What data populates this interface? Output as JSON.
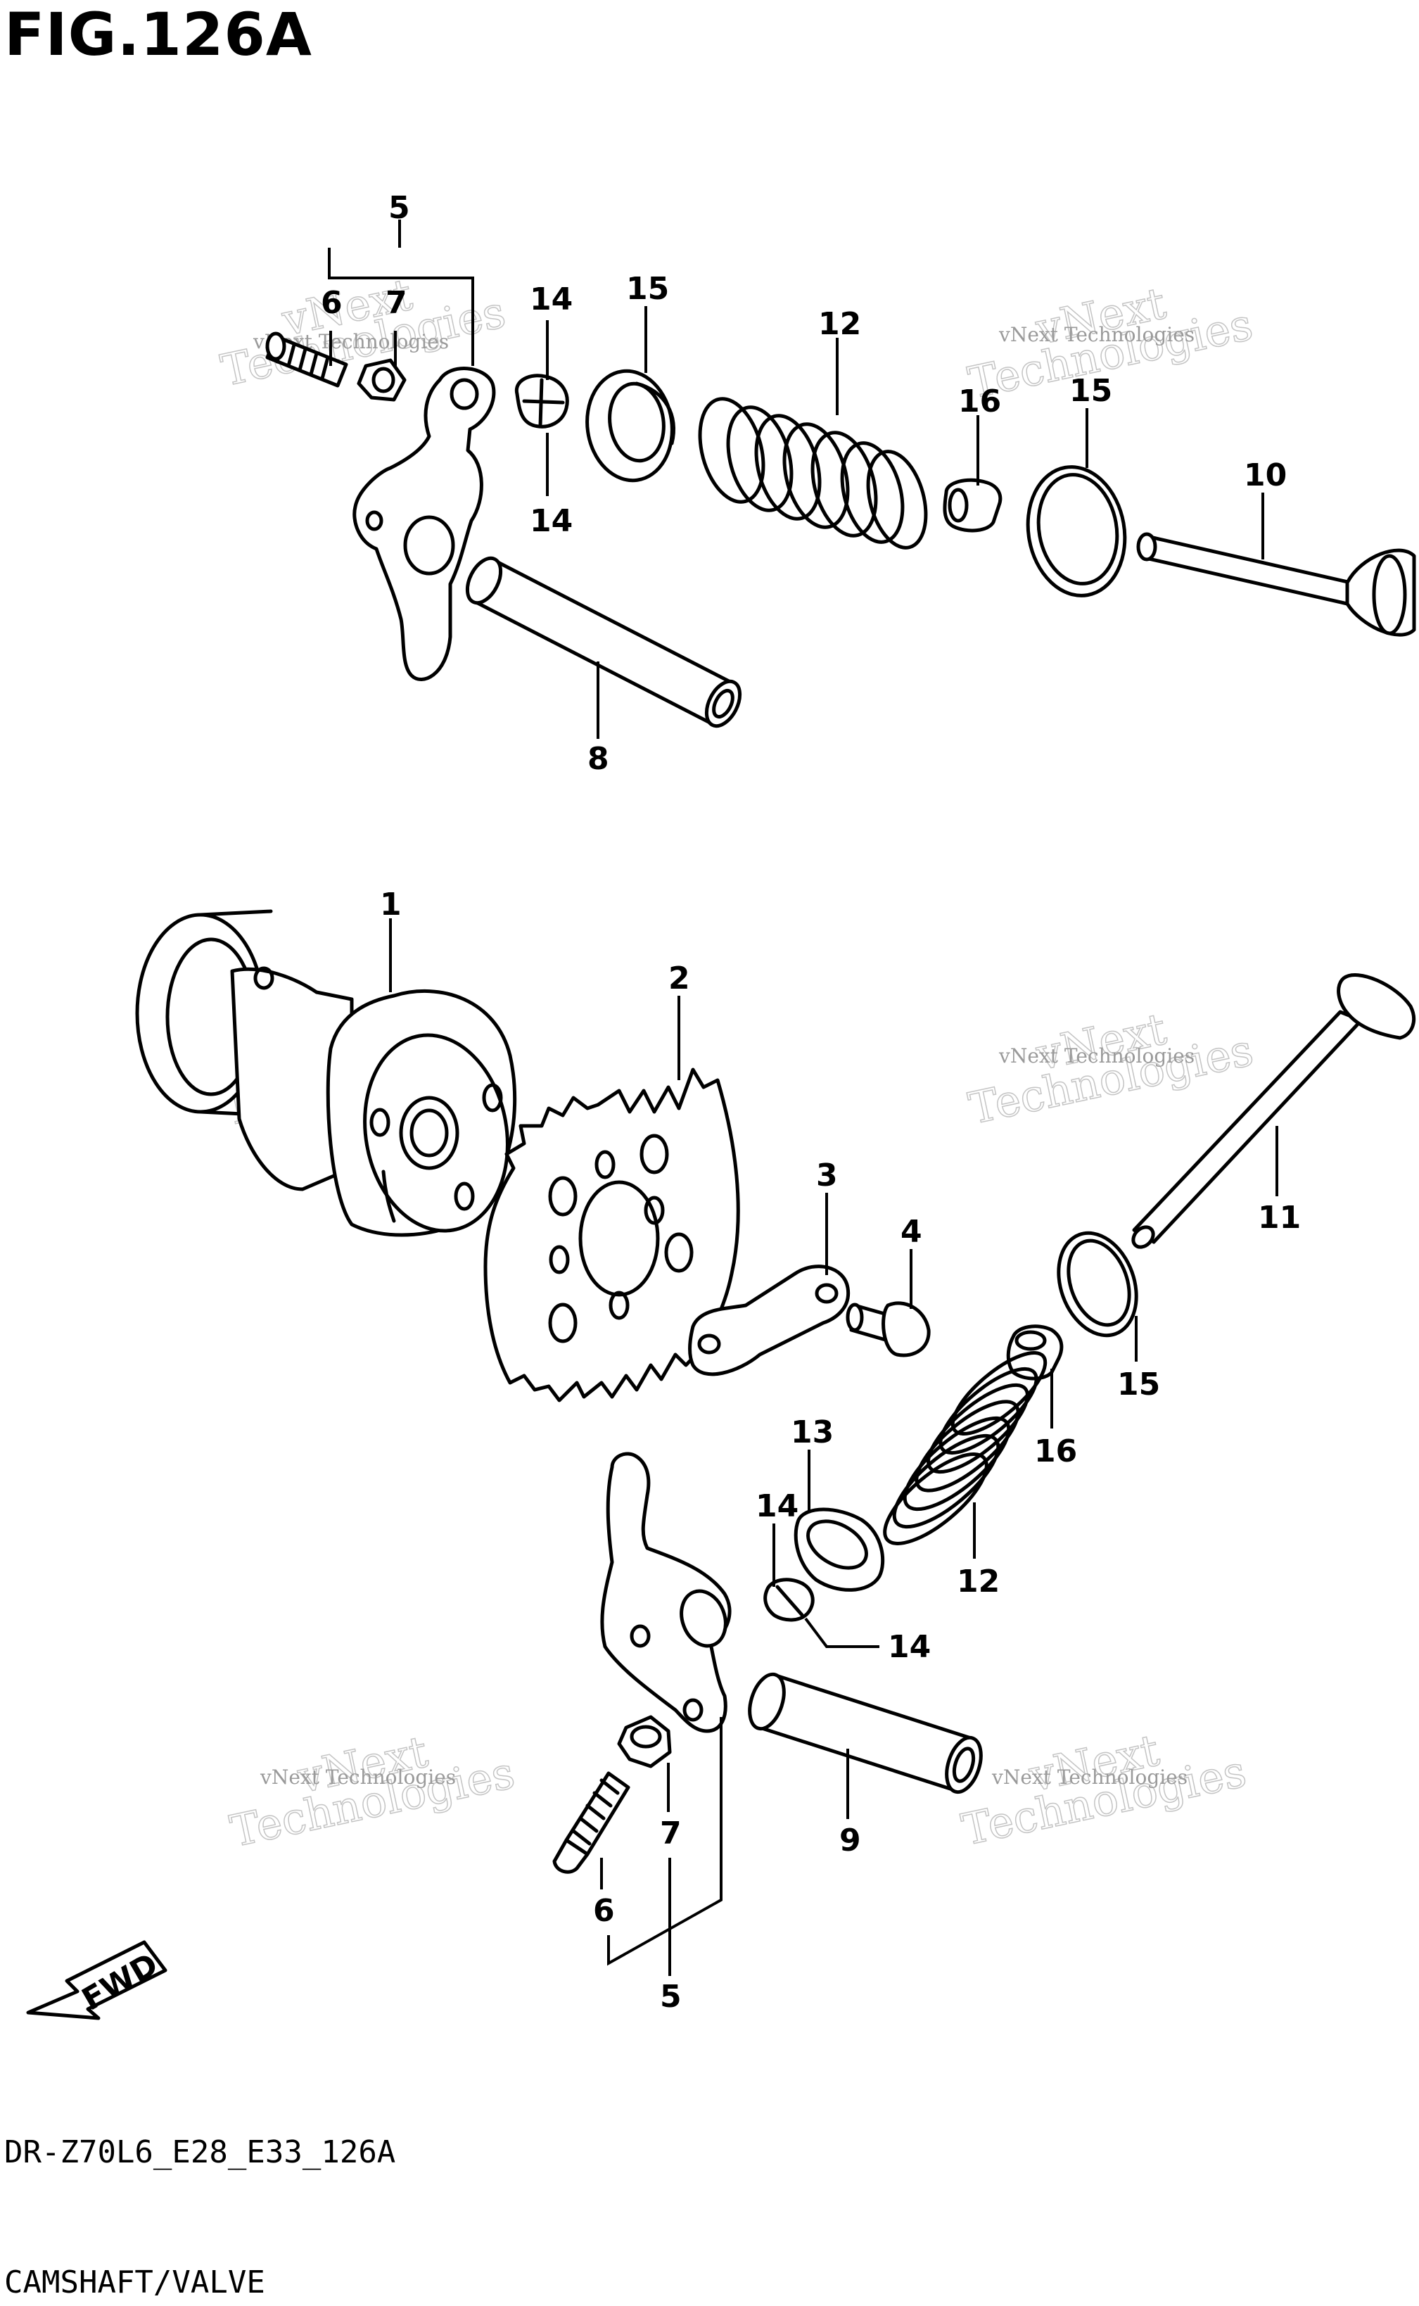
{
  "figure": {
    "title": "FIG.126A",
    "code": "DR-Z70L6_E28_E33_126A",
    "name": "CAMSHAFT/VALVE",
    "direction_label": "FWD"
  },
  "watermark": {
    "line1": "vNext Technologies",
    "line2": "vNext",
    "line3": "Technologies"
  },
  "callouts": {
    "c1": "1",
    "c2": "2",
    "c3": "3",
    "c4": "4",
    "c5a": "5",
    "c5b": "5",
    "c6a": "6",
    "c6b": "6",
    "c7a": "7",
    "c7b": "7",
    "c8": "8",
    "c9": "9",
    "c10": "10",
    "c11": "11",
    "c12a": "12",
    "c12b": "12",
    "c13": "13",
    "c14a": "14",
    "c14b": "14",
    "c14c": "14",
    "c14d": "14",
    "c15a": "15",
    "c15b": "15",
    "c15c": "15",
    "c16a": "16",
    "c16b": "16"
  }
}
